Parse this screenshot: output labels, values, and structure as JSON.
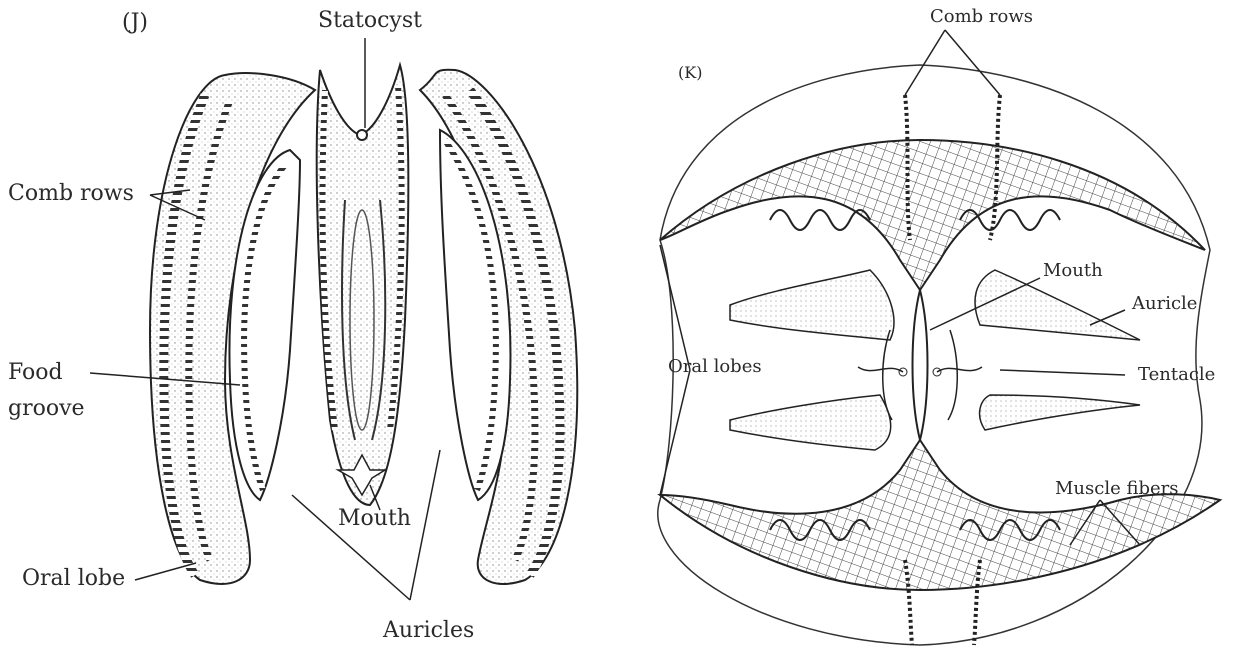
{
  "panel_j": {
    "tag": "(J)",
    "labels": {
      "statocyst": "Statocyst",
      "comb_rows": "Comb rows",
      "food_groove_1": "Food",
      "food_groove_2": "groove",
      "mouth": "Mouth",
      "oral_lobe": "Oral lobe",
      "auricles": "Auricles"
    }
  },
  "panel_k": {
    "tag": "(K)",
    "labels": {
      "comb_rows": "Comb rows",
      "mouth": "Mouth",
      "auricle": "Auricle",
      "oral_lobes": "Oral lobes",
      "tentacle": "Tentacle",
      "muscle_fibers": "Muscle fibers"
    }
  }
}
